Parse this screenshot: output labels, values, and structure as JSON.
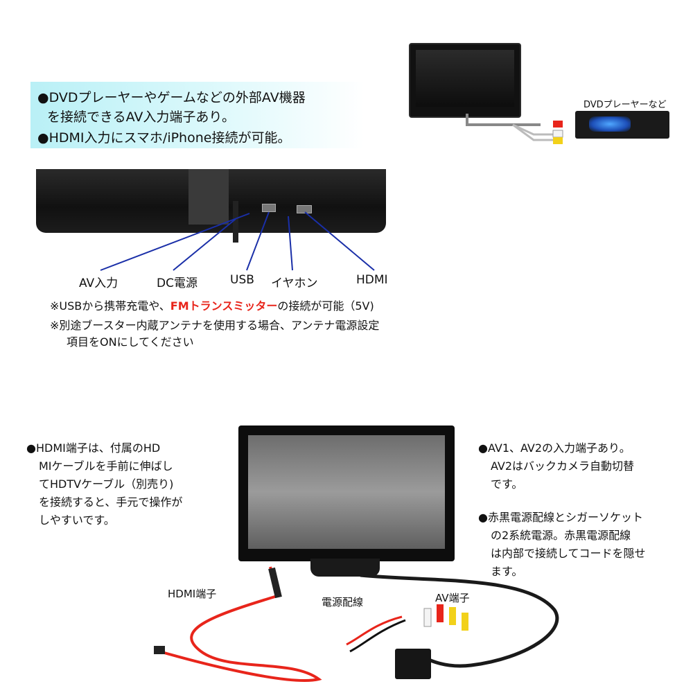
{
  "top_features": [
    "●DVDプレーヤーやゲームなどの外部AV機器",
    "を接続できるAV入力端子あり。",
    "●HDMI入力にスマホ/iPhone接続が可能。"
  ],
  "dvd_player_label": "DVDプレーヤーなど",
  "port_labels": {
    "av": "AV入力",
    "dc": "DC電源",
    "usb": "USB",
    "earphone": "イヤホン",
    "hdmi": "HDMI"
  },
  "notes": {
    "usb_prefix": "※USBから携帯充電や、",
    "fm": "FMトランスミッター",
    "usb_suffix": "の接続が可能（5V)",
    "antenna_line1": "※別途ブースター内蔵アンテナを使用する場合、アンテナ電源設定",
    "antenna_line2": "項目をONにしてください"
  },
  "left_paragraph": [
    "●HDMI端子は、付属のHD",
    "MIケーブルを手前に伸ばし",
    "てHDTVケーブル（別売り)",
    "を接続すると、手元で操作が",
    "しやすいです。"
  ],
  "right_paragraph_1": [
    "●AV1、AV2の入力端子あり。",
    "AV2はバックカメラ自動切替",
    "です。"
  ],
  "right_paragraph_2": [
    "●赤黒電源配線とシガーソケット",
    "の2系統電源。赤黒電源配線",
    "は内部で接続してコードを隠せ",
    "ます。"
  ],
  "cable_labels": {
    "hdmi": "HDMI端子",
    "power": "電源配線",
    "av": "AV端子"
  },
  "colors": {
    "highlight_bg": "#b9f0f6",
    "pointer_line": "#1a2fa8",
    "fm_text": "#e8251b",
    "hdmi_cable": "#e8251b"
  }
}
